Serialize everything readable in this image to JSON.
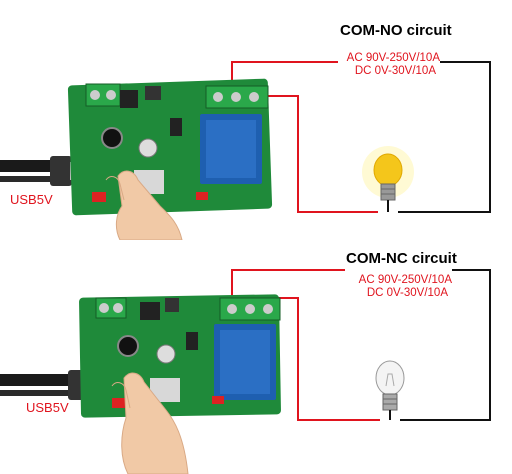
{
  "panels": [
    {
      "title": "COM-NO circuit",
      "spec_ac": "AC 90V-250V/10A",
      "spec_dc": "DC 0V-30V/10A",
      "usb_label": "USB5V",
      "lamp_state": "on"
    },
    {
      "title": "COM-NC circuit",
      "spec_ac": "AC 90V-250V/10A",
      "spec_dc": "DC 0V-30V/10A",
      "usb_label": "USB5V",
      "lamp_state": "off"
    }
  ],
  "colors": {
    "board": "#1f8a3a",
    "relay": "#1e5fb0",
    "terminal": "#2aa84a",
    "wire_red": "#e0141e",
    "wire_black": "#111111",
    "label_red": "#e0141e"
  },
  "icons": {
    "lamp_on": "lit-bulb-icon",
    "lamp_off": "unlit-bulb-icon",
    "hand": "pointing-hand-icon",
    "usb_cable": "usb-cable-icon"
  }
}
